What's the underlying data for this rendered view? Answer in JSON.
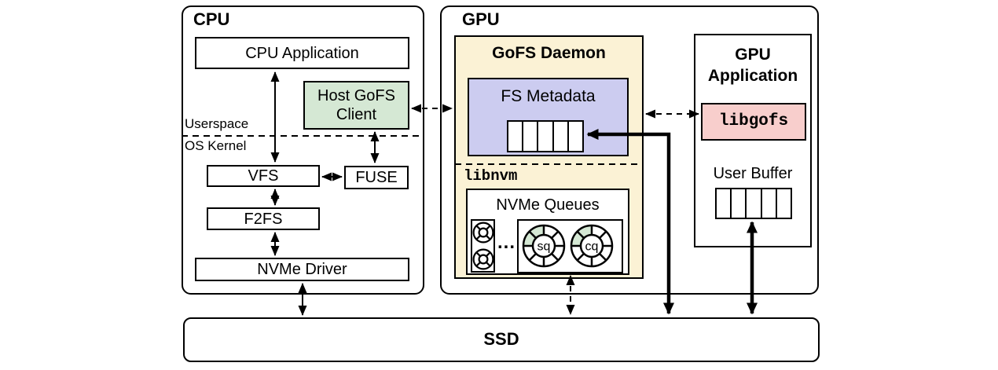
{
  "cpu": {
    "title": "CPU",
    "application": "CPU Application",
    "host_gofs_client": "Host GoFS Client",
    "userspace": "Userspace",
    "os_kernel": "OS Kernel",
    "vfs": "VFS",
    "fuse": "FUSE",
    "f2fs": "F2FS",
    "nvme_driver": "NVMe Driver"
  },
  "gpu": {
    "title": "GPU",
    "daemon": {
      "title": "GoFS Daemon",
      "fs_metadata": "FS Metadata",
      "fs_metadata_cells": 5,
      "libnvm": "libnvm",
      "nvme_queues": "NVMe Queues",
      "ellipsis": "...",
      "sq_label": "sq",
      "cq_label": "cq"
    },
    "application": {
      "title": "GPU Application",
      "libgofs": "libgofs",
      "user_buffer": "User Buffer",
      "user_buffer_cells": 5
    }
  },
  "ssd": {
    "label": "SSD"
  },
  "colors": {
    "host_client_green": "#d5e8d4",
    "daemon_cream": "#fbf2d5",
    "metadata_lavender": "#ccccf0",
    "libgofs_pink": "#f8cecc",
    "queue_slot_green": "#d5e8d4",
    "line_black": "#000000"
  }
}
